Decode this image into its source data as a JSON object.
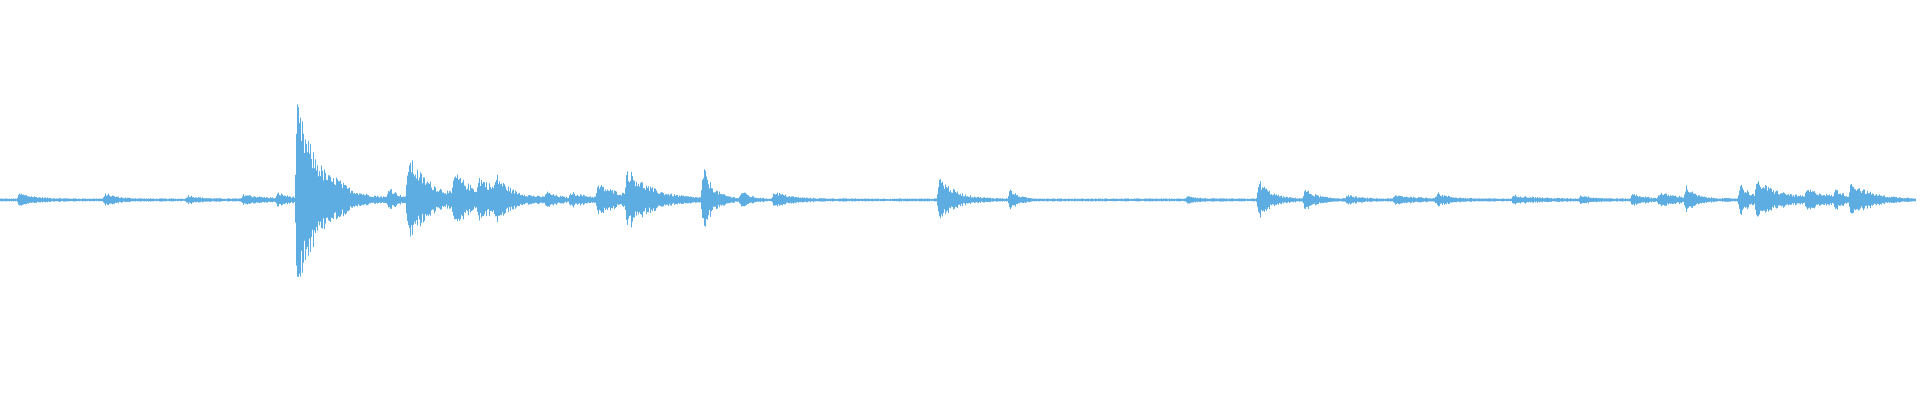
{
  "waveform": {
    "color": "#5dade2",
    "baseline_amplitude": 0.008,
    "peaks": [
      {
        "t": 0.01,
        "amp": 0.03,
        "decay": 0.008
      },
      {
        "t": 0.055,
        "amp": 0.03,
        "decay": 0.006
      },
      {
        "t": 0.098,
        "amp": 0.02,
        "decay": 0.006
      },
      {
        "t": 0.127,
        "amp": 0.025,
        "decay": 0.01
      },
      {
        "t": 0.145,
        "amp": 0.03,
        "decay": 0.006
      },
      {
        "t": 0.155,
        "amp": 0.48,
        "decay": 0.012
      },
      {
        "t": 0.175,
        "amp": 0.03,
        "decay": 0.005
      },
      {
        "t": 0.203,
        "amp": 0.06,
        "decay": 0.004
      },
      {
        "t": 0.213,
        "amp": 0.22,
        "decay": 0.012
      },
      {
        "t": 0.237,
        "amp": 0.11,
        "decay": 0.012
      },
      {
        "t": 0.25,
        "amp": 0.07,
        "decay": 0.014
      },
      {
        "t": 0.259,
        "amp": 0.07,
        "decay": 0.006
      },
      {
        "t": 0.285,
        "amp": 0.03,
        "decay": 0.006
      },
      {
        "t": 0.298,
        "amp": 0.03,
        "decay": 0.01
      },
      {
        "t": 0.312,
        "amp": 0.07,
        "decay": 0.014
      },
      {
        "t": 0.327,
        "amp": 0.14,
        "decay": 0.012
      },
      {
        "t": 0.367,
        "amp": 0.16,
        "decay": 0.005
      },
      {
        "t": 0.387,
        "amp": 0.04,
        "decay": 0.004
      },
      {
        "t": 0.404,
        "amp": 0.04,
        "decay": 0.008
      },
      {
        "t": 0.49,
        "amp": 0.12,
        "decay": 0.008
      },
      {
        "t": 0.527,
        "amp": 0.05,
        "decay": 0.004
      },
      {
        "t": 0.62,
        "amp": 0.02,
        "decay": 0.004
      },
      {
        "t": 0.657,
        "amp": 0.1,
        "decay": 0.006
      },
      {
        "t": 0.681,
        "amp": 0.05,
        "decay": 0.006
      },
      {
        "t": 0.703,
        "amp": 0.02,
        "decay": 0.006
      },
      {
        "t": 0.728,
        "amp": 0.02,
        "decay": 0.012
      },
      {
        "t": 0.75,
        "amp": 0.03,
        "decay": 0.006
      },
      {
        "t": 0.79,
        "amp": 0.02,
        "decay": 0.012
      },
      {
        "t": 0.825,
        "amp": 0.02,
        "decay": 0.006
      },
      {
        "t": 0.852,
        "amp": 0.03,
        "decay": 0.006
      },
      {
        "t": 0.866,
        "amp": 0.03,
        "decay": 0.012
      },
      {
        "t": 0.88,
        "amp": 0.06,
        "decay": 0.004
      },
      {
        "t": 0.908,
        "amp": 0.08,
        "decay": 0.006
      },
      {
        "t": 0.917,
        "amp": 0.08,
        "decay": 0.014
      },
      {
        "t": 0.943,
        "amp": 0.04,
        "decay": 0.012
      },
      {
        "t": 0.958,
        "amp": 0.04,
        "decay": 0.004
      },
      {
        "t": 0.966,
        "amp": 0.08,
        "decay": 0.01
      }
    ]
  }
}
